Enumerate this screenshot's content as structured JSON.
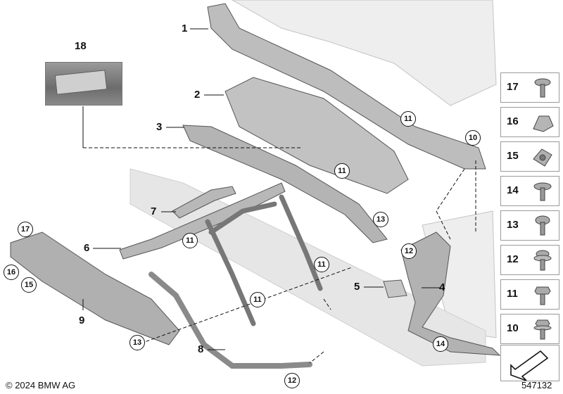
{
  "callouts": {
    "c1": "1",
    "c2": "2",
    "c3": "3",
    "c4": "4",
    "c5": "5",
    "c6": "6",
    "c7": "7",
    "c8": "8",
    "c9": "9",
    "c18": "18"
  },
  "circled": {
    "a": "11",
    "b": "10",
    "c": "11",
    "d": "13",
    "e": "11",
    "f": "12",
    "g": "11",
    "h": "11",
    "i": "17",
    "j": "16",
    "k": "15",
    "l": "13",
    "m": "14",
    "n": "12"
  },
  "legend": [
    {
      "num": "17",
      "icon": "screw-with-washer-icon"
    },
    {
      "num": "16",
      "icon": "spring-clip-icon"
    },
    {
      "num": "15",
      "icon": "clip-nut-icon"
    },
    {
      "num": "14",
      "icon": "flange-bolt-icon"
    },
    {
      "num": "13",
      "icon": "pan-head-screw-icon"
    },
    {
      "num": "12",
      "icon": "collar-screw-icon"
    },
    {
      "num": "11",
      "icon": "hex-bolt-icon"
    },
    {
      "num": "10",
      "icon": "hex-flange-bolt-icon"
    }
  ],
  "footer": {
    "copyright": "© 2024 BMW AG",
    "doc_number": "547132"
  }
}
